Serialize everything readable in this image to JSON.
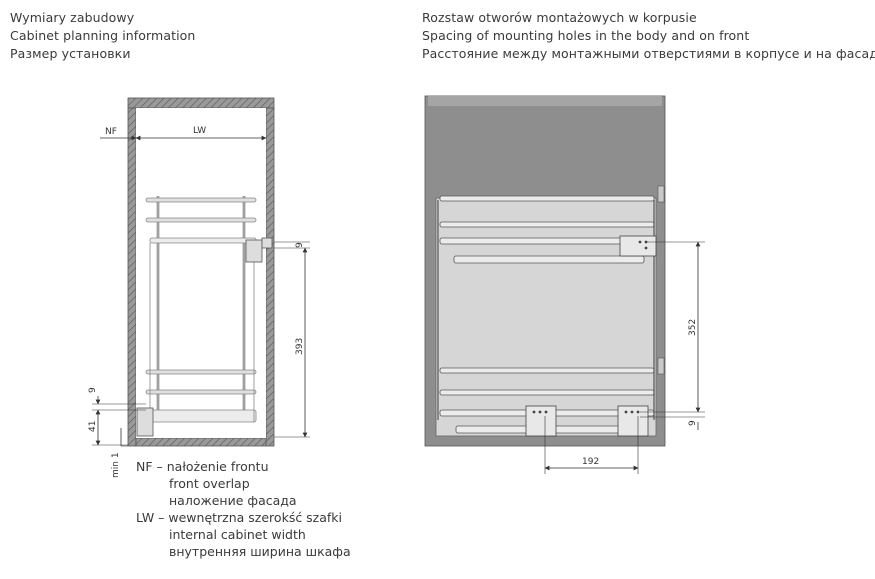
{
  "headers": {
    "left": [
      "Wymiary zabudowy",
      "Cabinet planning information",
      "Размер установки"
    ],
    "right": [
      "Rozstaw otworów montażowych w korpusie",
      "Spacing of mounting holes in the body and on front",
      "Расстояние между монтажными отверстиями в корпусе и на фасаде"
    ]
  },
  "left_diagram": {
    "labels": {
      "nf": "NF",
      "lw": "LW"
    },
    "dimensions": {
      "top_gap": "9",
      "height": "393",
      "bottom_gap": "9",
      "base": "41",
      "min": "min 1"
    }
  },
  "right_diagram": {
    "dimensions": {
      "height": "352",
      "bottom_gap": "9",
      "width": "192"
    }
  },
  "legend": {
    "nf": {
      "abbr": "NF",
      "lines": [
        "nałożenie frontu",
        "front overlap",
        "наложение фасада"
      ]
    },
    "lw": {
      "abbr": "LW",
      "lines": [
        "wewnętrzna szerokść szafki",
        "internal cabinet width",
        "внутренняя ширина шкафа"
      ]
    }
  },
  "colors": {
    "cabinet_gray": "#8e8e8e",
    "panel_fill": "#d6d6d6",
    "line": "#333333"
  }
}
